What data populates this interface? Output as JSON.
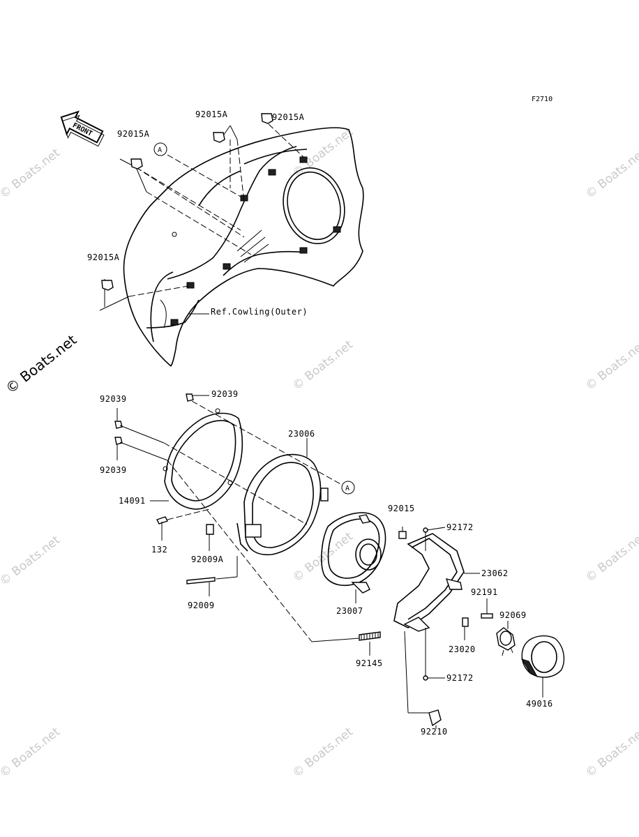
{
  "figure_code": "F2710",
  "front_label": "FRONT",
  "ref_label": "Ref.Cowling(Outer)",
  "marker_letter": "A",
  "watermark": "© Boats.net",
  "parts": {
    "p92015A_top": "92015A",
    "p92015A_right": "92015A",
    "p92015A_left": "92015A",
    "p92015A_lower": "92015A",
    "p92039_top": "92039",
    "p92039_left1": "92039",
    "p92039_left2": "92039",
    "p23006": "23006",
    "p14091": "14091",
    "p132": "132",
    "p92009A": "92009A",
    "p92009": "92009",
    "p92015": "92015",
    "p92172_top": "92172",
    "p23062": "23062",
    "p92191": "92191",
    "p92069": "92069",
    "p23007": "23007",
    "p23020": "23020",
    "p92145": "92145",
    "p92172_bottom": "92172",
    "p49016": "49016",
    "p92210": "92210"
  }
}
